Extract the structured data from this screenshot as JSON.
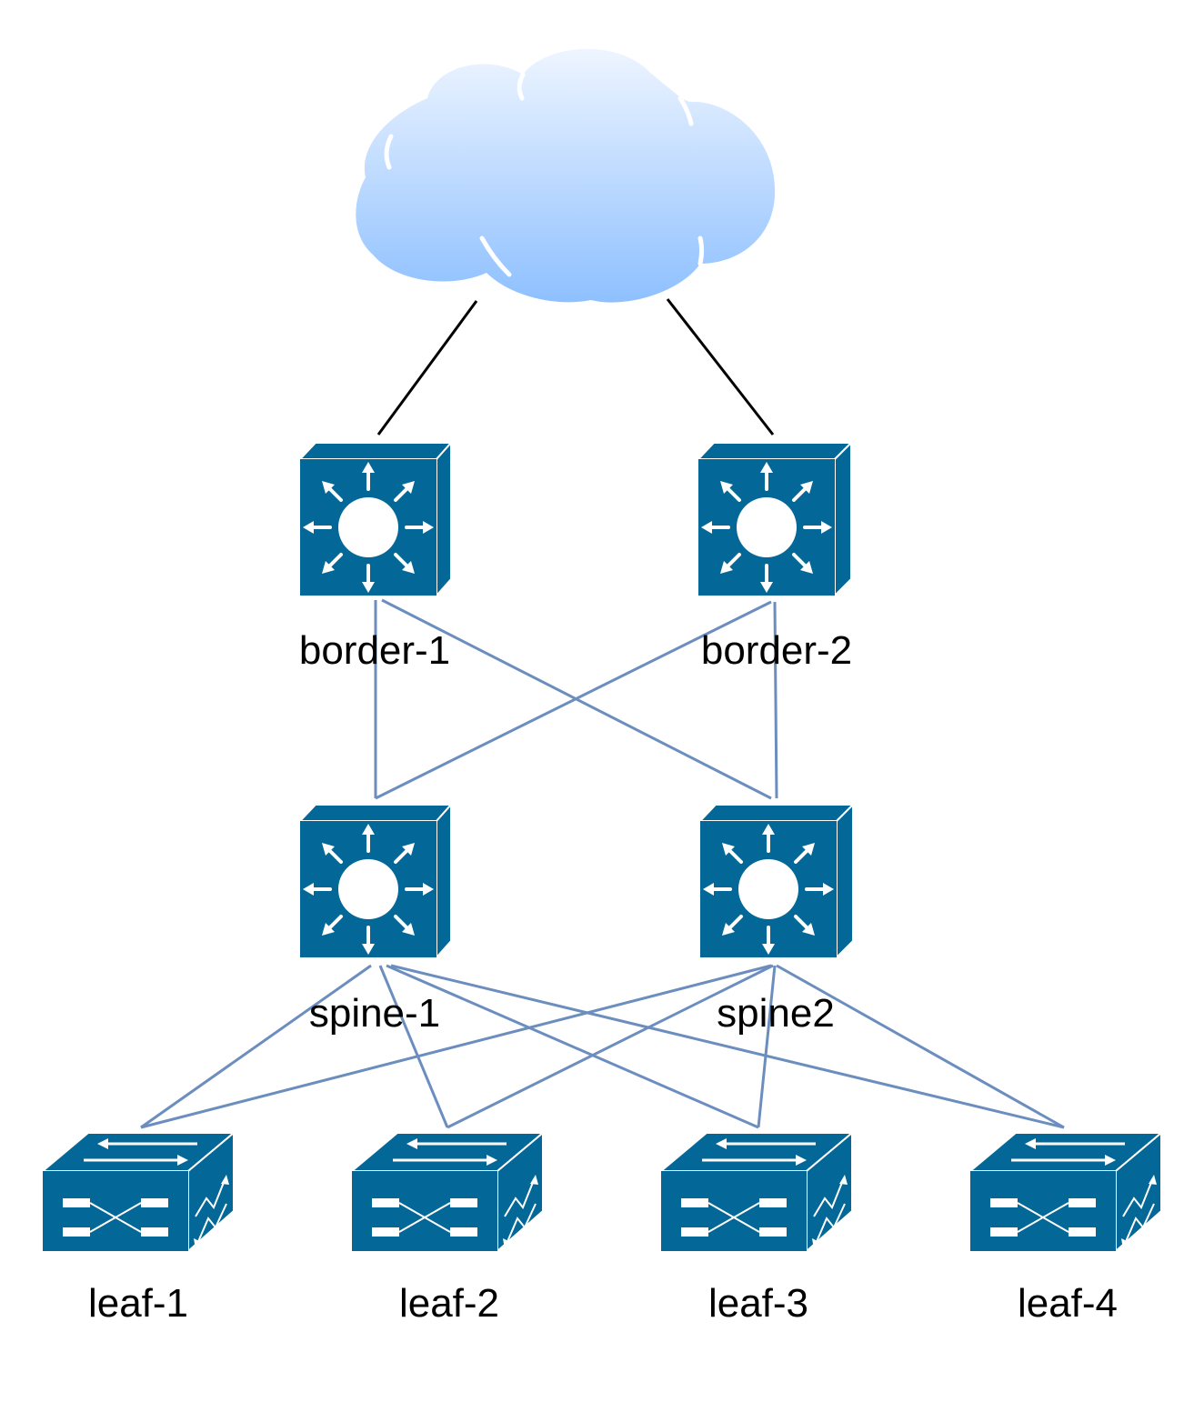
{
  "colors": {
    "link_uplink": "#000000",
    "link_fabric": "#6c8ebf",
    "device_fill": "#036897",
    "device_glyph": "#ffffff",
    "cloud_top": "#eef5ff",
    "cloud_bottom": "#8ec0ff"
  },
  "nodes": {
    "cloud": {
      "icon": "cloud-icon"
    },
    "border1": {
      "label": "border-1",
      "icon": "layer3-switch-icon"
    },
    "border2": {
      "label": "border-2",
      "icon": "layer3-switch-icon"
    },
    "spine1": {
      "label": "spine-1",
      "icon": "layer3-switch-icon"
    },
    "spine2": {
      "label": "spine2",
      "icon": "layer3-switch-icon"
    },
    "leaf1": {
      "label": "leaf-1",
      "icon": "workgroup-switch-icon"
    },
    "leaf2": {
      "label": "leaf-2",
      "icon": "workgroup-switch-icon"
    },
    "leaf3": {
      "label": "leaf-3",
      "icon": "workgroup-switch-icon"
    },
    "leaf4": {
      "label": "leaf-4",
      "icon": "workgroup-switch-icon"
    }
  },
  "links": [
    {
      "from": "cloud",
      "to": "border1",
      "kind": "uplink"
    },
    {
      "from": "cloud",
      "to": "border2",
      "kind": "uplink"
    },
    {
      "from": "border1",
      "to": "spine1",
      "kind": "fabric"
    },
    {
      "from": "border1",
      "to": "spine2",
      "kind": "fabric"
    },
    {
      "from": "border2",
      "to": "spine1",
      "kind": "fabric"
    },
    {
      "from": "border2",
      "to": "spine2",
      "kind": "fabric"
    },
    {
      "from": "spine1",
      "to": "leaf1",
      "kind": "fabric"
    },
    {
      "from": "spine1",
      "to": "leaf2",
      "kind": "fabric"
    },
    {
      "from": "spine1",
      "to": "leaf3",
      "kind": "fabric"
    },
    {
      "from": "spine1",
      "to": "leaf4",
      "kind": "fabric"
    },
    {
      "from": "spine2",
      "to": "leaf1",
      "kind": "fabric"
    },
    {
      "from": "spine2",
      "to": "leaf2",
      "kind": "fabric"
    },
    {
      "from": "spine2",
      "to": "leaf3",
      "kind": "fabric"
    },
    {
      "from": "spine2",
      "to": "leaf4",
      "kind": "fabric"
    }
  ]
}
